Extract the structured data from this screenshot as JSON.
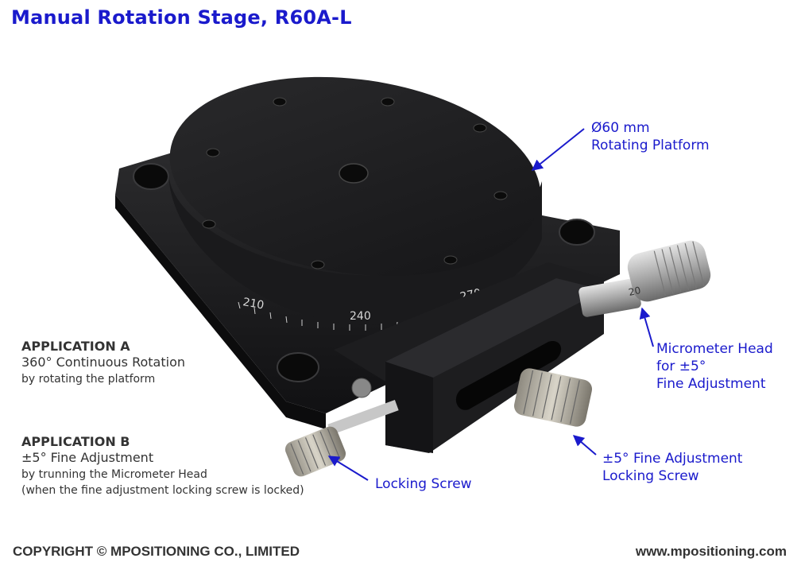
{
  "title": "Manual Rotation Stage, R60A-L",
  "callouts": {
    "platform_line1": "Ø60 mm",
    "platform_line2": "Rotating Platform",
    "micrometer_line1": "Micrometer Head",
    "micrometer_line2": "for ±5°",
    "micrometer_line3": "Fine Adjustment",
    "fine_lock_line1": "±5° Fine Adjustment",
    "fine_lock_line2": "Locking Screw",
    "locking_screw": "Locking Screw"
  },
  "applications": {
    "a_heading": "APPLICATION A",
    "a_line1": "360° Continuous Rotation",
    "a_line2": "by rotating the platform",
    "b_heading": "APPLICATION B",
    "b_line1": "±5° Fine Adjustment",
    "b_line2": "by trunning the Micrometer Head",
    "b_line3": "(when the fine adjustment locking screw is locked)"
  },
  "scale_labels": [
    "210",
    "240",
    "270"
  ],
  "micrometer_scale": "20",
  "footer": {
    "copyright": "COPYRIGHT © MPOSITIONING CO., LIMITED",
    "website": "www.mpositioning.com"
  },
  "colors": {
    "accent": "#1a1acc",
    "text": "#333333",
    "metal_dark": "#1c1c1e",
    "metal_silver": "#b8b8b8"
  },
  "icons": [
    "arrow-icon"
  ]
}
